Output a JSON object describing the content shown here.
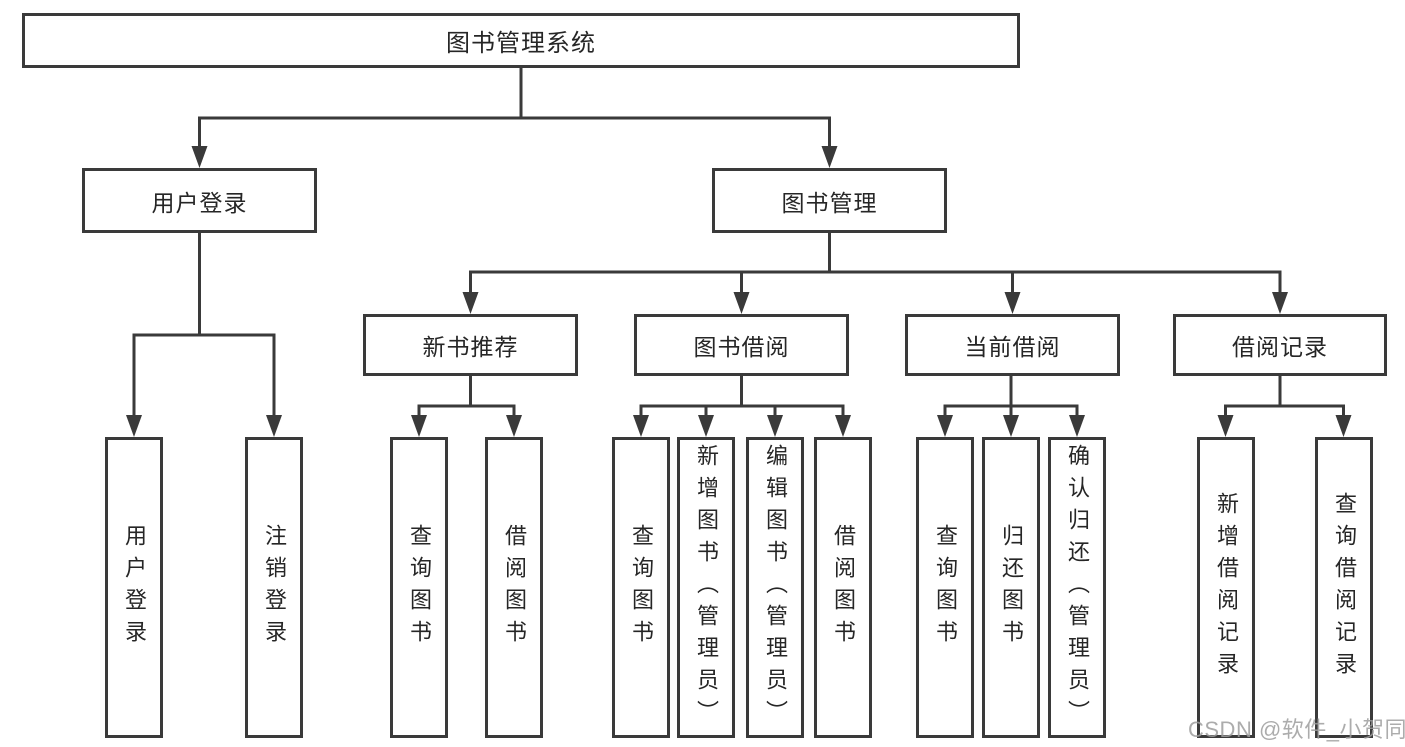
{
  "diagram": {
    "root": {
      "label": "图书管理系统"
    },
    "level2": [
      {
        "label": "用户登录",
        "children": [
          "用户登录",
          "注销登录"
        ]
      },
      {
        "label": "图书管理"
      }
    ],
    "level3": [
      {
        "label": "新书推荐",
        "children": [
          "查询图书",
          "借阅图书"
        ]
      },
      {
        "label": "图书借阅",
        "children": [
          "查询图书",
          "新增图书（管理员）",
          "编辑图书（管理员）",
          "借阅图书"
        ]
      },
      {
        "label": "当前借阅",
        "children": [
          "查询图书",
          "归还图书",
          "确认归还（管理员）"
        ]
      },
      {
        "label": "借阅记录",
        "children": [
          "新增借阅记录",
          "查询借阅记录"
        ]
      }
    ],
    "watermark": "CSDN @软件_小贺同学",
    "colors": {
      "line": "#3a3a3a",
      "text": "#262626",
      "background": "#ffffff",
      "watermark": "#9e9e9e"
    }
  }
}
